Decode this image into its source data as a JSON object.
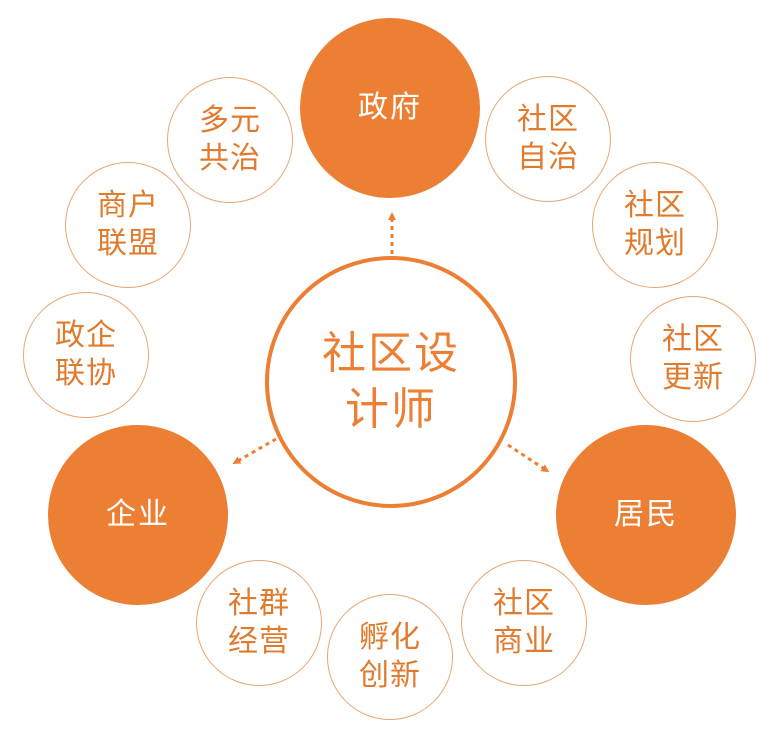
{
  "diagram": {
    "center": {
      "label": "社区设计师"
    },
    "main_nodes": {
      "gov": "政府",
      "enterprise": "企业",
      "residents": "居民"
    },
    "satellites": {
      "duoyuan": "多元共治",
      "shanghu": "商户联盟",
      "zhengqi": "政企联协",
      "zizhi": "社区自治",
      "guihua": "社区规划",
      "gengxin": "社区更新",
      "shequn": "社群经营",
      "fuhua": "孵化创新",
      "shangye": "社区商业"
    },
    "colors": {
      "accent": "#ec7f33",
      "outline": "#e8a672",
      "text_orange": "#e07b2e"
    }
  }
}
